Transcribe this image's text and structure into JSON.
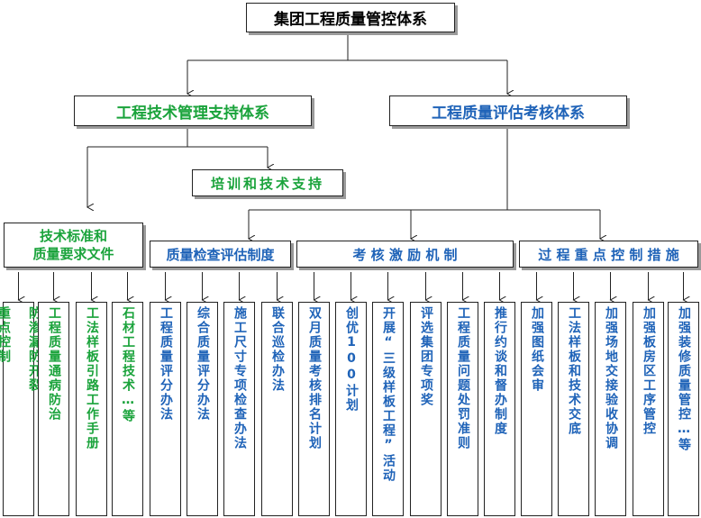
{
  "root": {
    "label": "集团工程质量管控体系"
  },
  "branches": {
    "tech_support": "工程技术管理支持体系",
    "quality_eval": "工程质量评估考核体系"
  },
  "training": "培训和技术支持",
  "categories": {
    "standards_line1": "技术标准和",
    "standards_line2": "质量要求文件",
    "inspection": "质量检查评估制度",
    "incentive": "考 核 激 励 机 制",
    "process": "过 程 重 点 控 制 措 施"
  },
  "leaves": [
    "防渗漏防开裂\n\n重点控制",
    "工程质量通病防治",
    "工法样板引路工作手册",
    "石材工程技术…等",
    "工程质量评分办法",
    "综合质量评分办法",
    "施工尺寸专项检查办法",
    "联合巡检办法",
    "双月质量考核排名计划",
    "创优100计划",
    "开展“三级样板工程”活动",
    "评选集团专项奖",
    "工程质量问题处罚准则",
    "推行约谈和督办制度",
    "加强图纸会审",
    "工法样板和技术交底",
    "加强场地交接验收协调",
    "加强板房区工序管控",
    "加强装修质量管控…等"
  ],
  "colors": {
    "green": "#1aa33b",
    "blue": "#1f63b8",
    "line": "#222222"
  }
}
